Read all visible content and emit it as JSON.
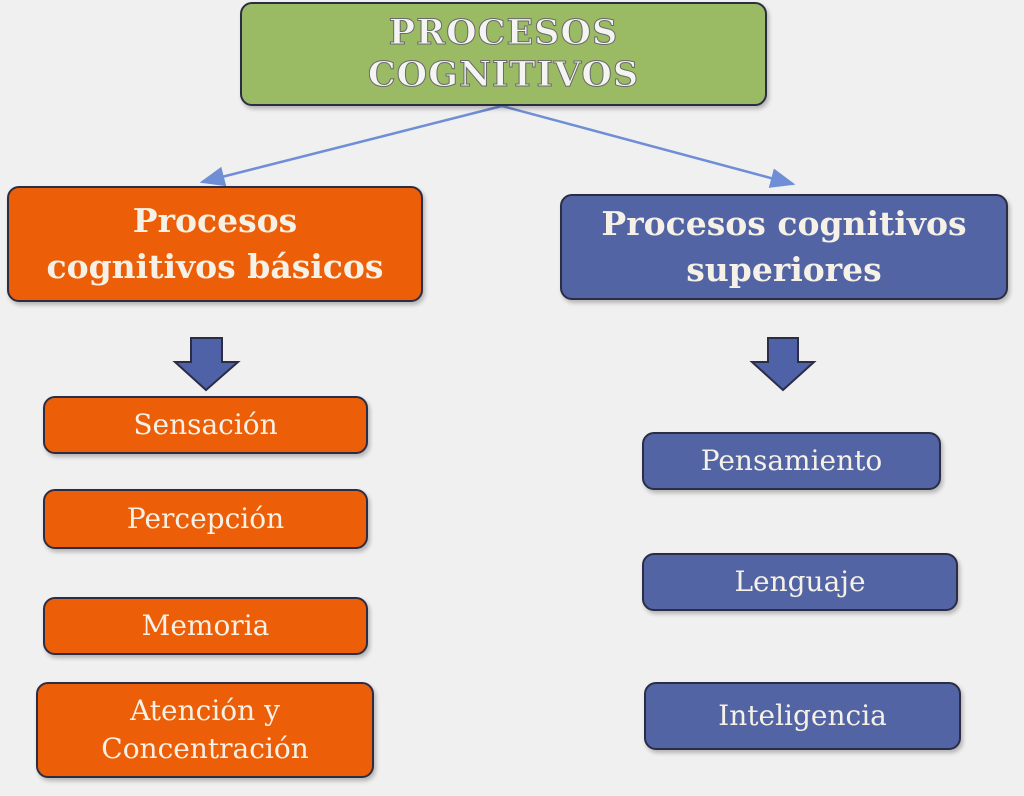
{
  "title": {
    "line1": "PROCESOS",
    "line2": "COGNITIVOS"
  },
  "left": {
    "heading": {
      "line1": "Procesos",
      "line2": "cognitivos básicos"
    },
    "items": [
      {
        "label": "Sensación"
      },
      {
        "label": "Percepción"
      },
      {
        "label": "Memoria"
      },
      {
        "line1": "Atención y",
        "line2": "Concentración"
      }
    ]
  },
  "right": {
    "heading": {
      "line1": "Procesos cognitivos",
      "line2": "superiores"
    },
    "items": [
      {
        "label": "Pensamiento"
      },
      {
        "label": "Lenguaje"
      },
      {
        "label": "Inteligencia"
      }
    ]
  },
  "colors": {
    "title": "#9bba64",
    "basic": "#ec5f08",
    "superior": "#5264a4",
    "connector": "#6f8ed6",
    "arrow": "#4f62a8"
  }
}
